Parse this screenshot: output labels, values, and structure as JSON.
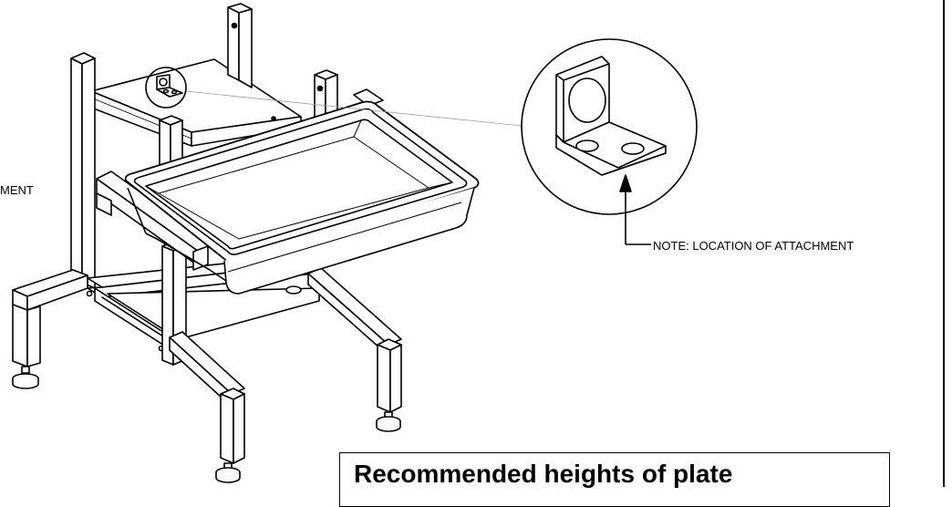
{
  "notes": {
    "left_fragment": "MENT",
    "attachment_note": "NOTE: LOCATION OF ATTACHMENT"
  },
  "heights_box": {
    "title": "Recommended heights of plate"
  }
}
